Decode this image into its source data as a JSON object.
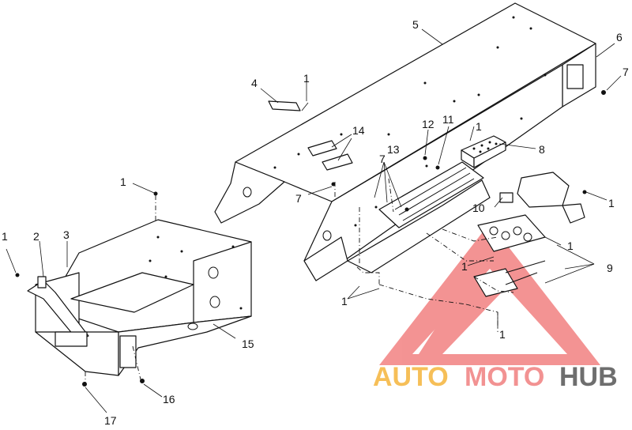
{
  "diagram": {
    "callouts": [
      {
        "id": "c5",
        "text": "5"
      },
      {
        "id": "c6",
        "text": "6"
      },
      {
        "id": "c7a",
        "text": "7"
      },
      {
        "id": "c4",
        "text": "4"
      },
      {
        "id": "c1a",
        "text": "1"
      },
      {
        "id": "c14",
        "text": "14"
      },
      {
        "id": "c12",
        "text": "12"
      },
      {
        "id": "c11",
        "text": "11"
      },
      {
        "id": "c1b",
        "text": "1"
      },
      {
        "id": "c8",
        "text": "8"
      },
      {
        "id": "c7b",
        "text": "7"
      },
      {
        "id": "c13",
        "text": "13"
      },
      {
        "id": "c7c",
        "text": "7"
      },
      {
        "id": "c1c",
        "text": "1"
      },
      {
        "id": "c1d",
        "text": "1"
      },
      {
        "id": "c10",
        "text": "10"
      },
      {
        "id": "c1e",
        "text": "1"
      },
      {
        "id": "c9",
        "text": "9"
      },
      {
        "id": "c1f",
        "text": "1"
      },
      {
        "id": "c1g",
        "text": "1"
      },
      {
        "id": "c1h",
        "text": "1"
      },
      {
        "id": "c2",
        "text": "2"
      },
      {
        "id": "c3",
        "text": "3"
      },
      {
        "id": "c1i",
        "text": "1"
      },
      {
        "id": "c15",
        "text": "15"
      },
      {
        "id": "c16",
        "text": "16"
      },
      {
        "id": "c17",
        "text": "17"
      }
    ]
  },
  "watermark": {
    "word_a": "AUTO",
    "word_b": "MOTO",
    "word_c": "HUB",
    "color_a": "#f5b43c",
    "color_b": "#f07f7f",
    "color_c": "#555555",
    "triangle_color": "#f07070"
  }
}
